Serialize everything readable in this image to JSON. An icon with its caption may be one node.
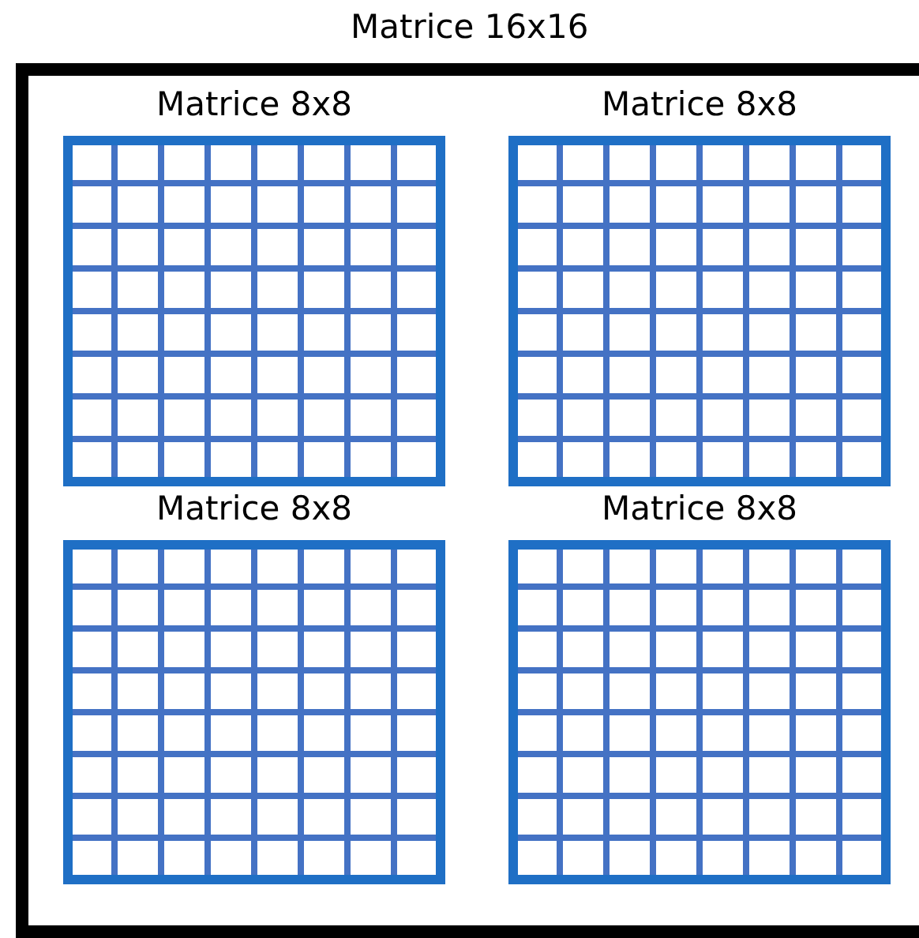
{
  "diagram": {
    "nodes": [
      {
        "text": [
          "Matrice 16x16"
        ]
      },
      {
        "text": [
          "Matrice 8x8"
        ],
        "in": 0
      },
      {
        "text": [
          "Matrice 8x8"
        ],
        "in": 0
      },
      {
        "text": [
          "Matrice 8x8"
        ],
        "in": 0
      },
      {
        "text": [
          "Matrice 8x8"
        ],
        "in": 0
      }
    ]
  }
}
